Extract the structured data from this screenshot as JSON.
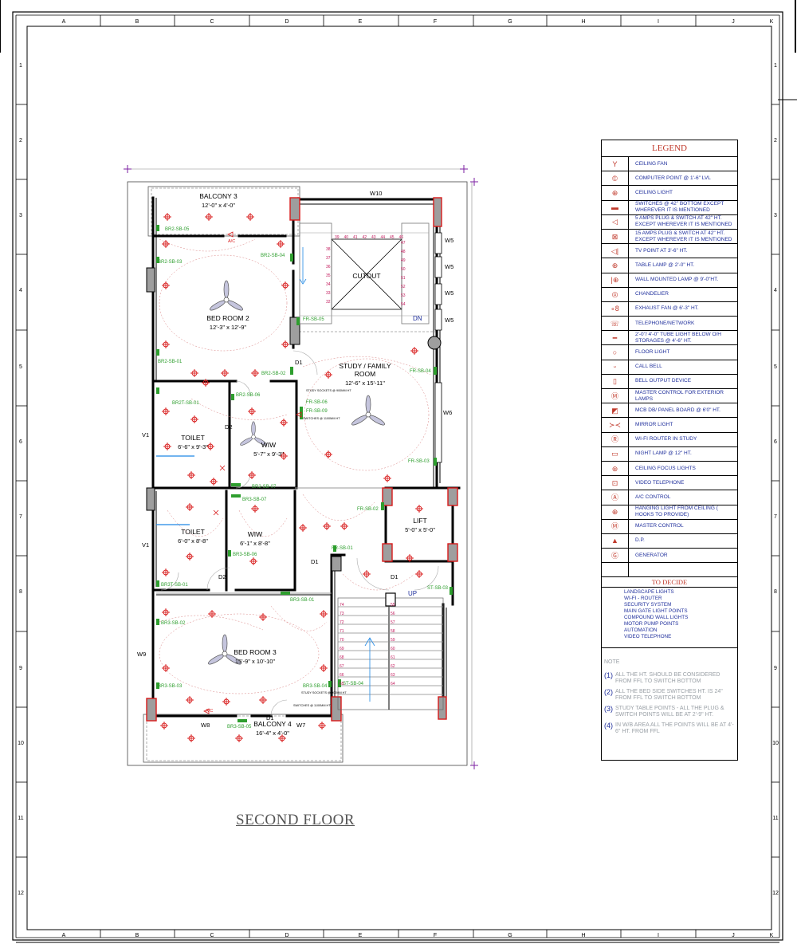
{
  "grid": {
    "cols": [
      "A",
      "B",
      "C",
      "D",
      "E",
      "F",
      "G",
      "H",
      "I",
      "J",
      "K"
    ],
    "rows": [
      "1",
      "2",
      "3",
      "4",
      "5",
      "6",
      "7",
      "8",
      "9",
      "10",
      "11",
      "12"
    ]
  },
  "plan_title": "SECOND FLOOR",
  "rooms": [
    {
      "name": "BALCONY 3",
      "dim": "12'-0\" x 4'-0\""
    },
    {
      "name": "BED ROOM 2",
      "dim": "12'-3\" x 12'-9\""
    },
    {
      "name": "CUTOUT",
      "dim": ""
    },
    {
      "name": "STUDY / FAMILY\nROOM",
      "dim": "12'-6\" x 15'-11\""
    },
    {
      "name": "TOILET",
      "dim": "6'-6\" x 9'-3\""
    },
    {
      "name": "WIW",
      "dim": "5'-7\" x 9'-3\""
    },
    {
      "name": "TOILET",
      "dim": "6'-0\" x 8'-8\""
    },
    {
      "name": "WIW",
      "dim": "6'-1\" x 8'-8\""
    },
    {
      "name": "LIFT",
      "dim": "5'-0\" x 5'-0\""
    },
    {
      "name": "BED ROOM 3",
      "dim": "15'-9\" x 10'-10\""
    },
    {
      "name": "BALCONY 4",
      "dim": "16'-4\" x 4'-0\""
    }
  ],
  "openings": [
    "W10",
    "W5",
    "W5",
    "W5",
    "W5",
    "W6",
    "W9",
    "W8",
    "W7",
    "V1",
    "V1",
    "D1",
    "D1",
    "D1",
    "D1",
    "D2",
    "D2",
    "DN",
    "UP",
    "A/C",
    "A/C"
  ],
  "switchboards": [
    "BR2-SB-05",
    "BR2-SB-04",
    "BR2-SB-03",
    "BR2-SB-02",
    "BR2-SB-01",
    "BR2T-SB-01",
    "BR2-SB-06",
    "BR2-SB-07",
    "FR-SB-05",
    "FR-SB-06",
    "FR-SB-09",
    "FR-SB-04",
    "FR-SB-03",
    "FR-SB-02",
    "FR-SB-01",
    "BR3-SB-07",
    "BR3-SB-06",
    "BR3-SB-01",
    "BR3-SB-02",
    "BR3-SB-03",
    "BR3-SB-04",
    "BR3-SB-05",
    "BR3T-SB-01",
    "ST-SB-03",
    "ST-SB-04"
  ],
  "small_notes": [
    "STUDY SOCKETS @ 900MM HT",
    "SWITCHES @ 1100MM HT",
    "STUDY SOCKETS @ 900MM HT",
    "SWITCHES @ 1100MM HT"
  ],
  "stair_steps": {
    "top": [
      "39",
      "40",
      "41",
      "42",
      "43",
      "44",
      "45",
      "46"
    ],
    "left": [
      "38",
      "37",
      "36",
      "35",
      "34",
      "33",
      "32"
    ],
    "right": [
      "47",
      "48",
      "49",
      "50",
      "51",
      "52",
      "53",
      "54"
    ],
    "bottom_left": [
      "74",
      "73",
      "72",
      "71",
      "70",
      "69",
      "68",
      "67",
      "66",
      "65"
    ],
    "bottom_right": [
      "55",
      "56",
      "57",
      "58",
      "59",
      "60",
      "61",
      "62",
      "63",
      "64"
    ]
  },
  "legend": {
    "title": "LEGEND",
    "items": [
      {
        "icon": "ceiling-fan-icon",
        "text": "CEILING FAN"
      },
      {
        "icon": "computer-point-icon",
        "text": "COMPUTER POINT @ 1'-6\" LVL"
      },
      {
        "icon": "ceiling-light-icon",
        "text": "CEILING LIGHT"
      },
      {
        "icon": "switch-icon",
        "text": "SWITCHES @ 42\" BOTTOM EXCEPT WHEREVER IT IS MENTIONED"
      },
      {
        "icon": "plug-5a-icon",
        "text": "5 AMPS PLUG & SWITCH AT 42\" HT. EXCEPT WHEREVER IT IS MENTIONED"
      },
      {
        "icon": "plug-15a-icon",
        "text": "15 AMPS PLUG & SWITCH AT 42\" HT. EXCEPT WHEREVER IT IS MENTIONED"
      },
      {
        "icon": "tv-point-icon",
        "text": "TV POINT AT 3'-6\" HT."
      },
      {
        "icon": "table-lamp-icon",
        "text": "TABLE LAMP @ 2'-0\" HT."
      },
      {
        "icon": "wall-lamp-icon",
        "text": "WALL MOUNTED LAMP @ 9'-0\"HT."
      },
      {
        "icon": "chandelier-icon",
        "text": "CHANDELIER"
      },
      {
        "icon": "exhaust-fan-icon",
        "text": "EXHAUST FAN @ 6'-3\" HT."
      },
      {
        "icon": "telephone-icon",
        "text": "TELEPHONE/NETWORK"
      },
      {
        "icon": "tube-light-icon",
        "text": "2'-0\"/ 4'-0\" TUBE LIGHT BELOW O/H STORAGES @ 4'-6\" ht."
      },
      {
        "icon": "floor-light-icon",
        "text": "FLOOR LIGHT"
      },
      {
        "icon": "call-bell-icon",
        "text": "CALL BELL"
      },
      {
        "icon": "bell-output-icon",
        "text": "BELL OUTPUT DEVICE"
      },
      {
        "icon": "master-control-exterior-icon",
        "text": "MASTER CONTROL FOR EXTERIOR LAMPS"
      },
      {
        "icon": "mcb-db-icon",
        "text": "MCB DB/ PANEL BOARD @ 6'0\" HT."
      },
      {
        "icon": "mirror-light-icon",
        "text": "MIRROR LIGHT"
      },
      {
        "icon": "wifi-router-icon",
        "text": "WI-FI ROUTER IN STUDY"
      },
      {
        "icon": "night-lamp-icon",
        "text": "NIGHT LAMP @ 12\" HT."
      },
      {
        "icon": "focus-light-icon",
        "text": "CEILING FOCUS LIGHTS"
      },
      {
        "icon": "video-telephone-icon",
        "text": "VIDEO TELEPHONE"
      },
      {
        "icon": "ac-control-icon",
        "text": "A/C CONTROL"
      },
      {
        "icon": "hanging-light-icon",
        "text": "HANGING LIGHT FROM CEILING ( HOOKS TO PROVIDE)"
      },
      {
        "icon": "master-control-icon",
        "text": "MASTER CONTROL"
      },
      {
        "icon": "dp-icon",
        "text": "D.P."
      },
      {
        "icon": "generator-icon",
        "text": "GENERATOR"
      }
    ],
    "icon_glyphs": [
      "Y",
      "©",
      "⊕",
      "▬",
      "◁",
      "⊠",
      "◁|",
      "⊕",
      "|⊕",
      "◎",
      "∘8",
      "☏",
      "━",
      "○",
      "ᵕ",
      "▯",
      "Ⓜ",
      "◩",
      "≻≺",
      "Ⓡ",
      "▭",
      "⊛",
      "⊡",
      "Ⓐ",
      "⊕",
      "Ⓜ",
      "▲",
      "Ⓖ"
    ]
  },
  "to_decide": {
    "title": "TO DECIDE",
    "items": [
      "LANDSCAPE LIGHTS",
      "WI-FI - ROUTER",
      "SECURITY SYSTEM",
      "MAIN GATE LIGHT POINTS",
      "COMPOUND WALL LIGHTS",
      "MOTOR PUMP POINTS",
      "AUTOMATION",
      "VIDEO TELEPHONE"
    ]
  },
  "notes": {
    "heading": "NOTE",
    "items": [
      {
        "num": "(1)",
        "text": "ALL THE HT. SHOULD BE CONSIDERED FROM FFL TO SWITCH BOTTOM"
      },
      {
        "num": "(2)",
        "text": "ALL THE BED SIDE SWITCHES HT. IS 24\" FROM FFL TO SWITCH BOTTOM"
      },
      {
        "num": "(3)",
        "text": "STUDY TABLE POINTS - ALL THE PLUG & SWITCH POINTS WILL BE AT 2'-9\" HT."
      },
      {
        "num": "(4)",
        "text": "IN W/B AREA ALL THE POINTS WILL BE AT 4'- 6\" HT. FROM FFL"
      }
    ]
  },
  "colors": {
    "line": "#000000",
    "wall_fill": "#9e9e9e",
    "electrical_red": "#d81b1b",
    "switchboard_green": "#2e9e2e",
    "legend_blue": "#1f2f9c",
    "stair_magenta": "#c2185b",
    "dimension_purple": "#7b1fa2",
    "light_blue": "#1e88e5"
  }
}
